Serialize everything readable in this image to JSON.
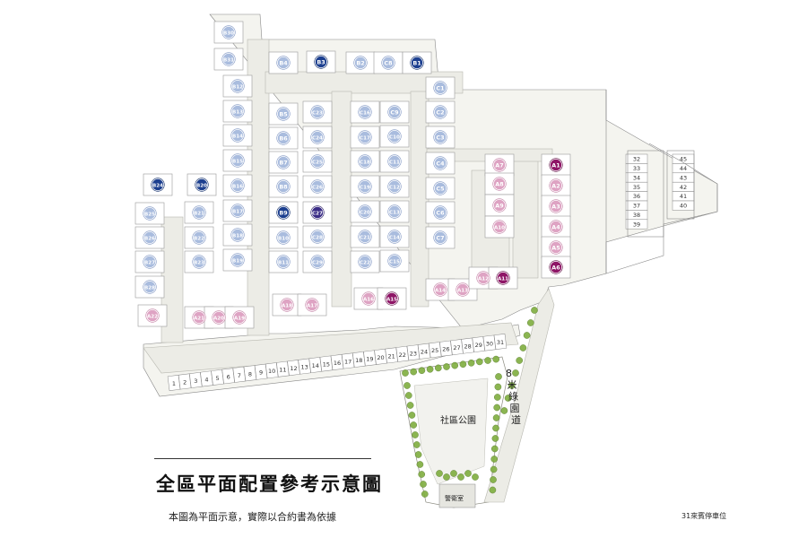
{
  "title": "全區平面配置參考示意圖",
  "subtitle": "本圖為平面示意，實際以合約書為依據",
  "parking_note": "31來賓停車位",
  "road_label": "8米綠園道",
  "park_label": "社區公園",
  "guard_label": "警衛室",
  "colors": {
    "blue_light": "#a9bcde",
    "blue_dark": "#1c3f8f",
    "purple_dark": "#3a2c86",
    "pink_light": "#dea3c3",
    "magenta_dark": "#8e1566",
    "road": "#ecece6",
    "unit_outline": "#9a9a9a",
    "tree": "#7fae3f"
  },
  "units": [
    {
      "label": "B30",
      "style": "bl"
    },
    {
      "label": "B31",
      "style": "bl"
    },
    {
      "label": "B4",
      "style": "bl"
    },
    {
      "label": "B3",
      "style": "bd"
    },
    {
      "label": "B2",
      "style": "bl"
    },
    {
      "label": "C8",
      "style": "bl"
    },
    {
      "label": "B1",
      "style": "bd"
    },
    {
      "label": "B12",
      "style": "bl"
    },
    {
      "label": "B13",
      "style": "bl"
    },
    {
      "label": "B14",
      "style": "bl"
    },
    {
      "label": "B15",
      "style": "bl"
    },
    {
      "label": "B16",
      "style": "bl"
    },
    {
      "label": "B17",
      "style": "bl"
    },
    {
      "label": "B18",
      "style": "bl"
    },
    {
      "label": "B19",
      "style": "bl"
    },
    {
      "label": "B5",
      "style": "bl"
    },
    {
      "label": "B6",
      "style": "bl"
    },
    {
      "label": "B7",
      "style": "bl"
    },
    {
      "label": "B8",
      "style": "bl"
    },
    {
      "label": "B9",
      "style": "bd"
    },
    {
      "label": "B10",
      "style": "bl"
    },
    {
      "label": "B11",
      "style": "bl"
    },
    {
      "label": "C23",
      "style": "bl"
    },
    {
      "label": "C24",
      "style": "bl"
    },
    {
      "label": "C25",
      "style": "bl"
    },
    {
      "label": "C26",
      "style": "bl"
    },
    {
      "label": "C27",
      "style": "pd"
    },
    {
      "label": "C28",
      "style": "bl"
    },
    {
      "label": "C29",
      "style": "bl"
    },
    {
      "label": "C16",
      "style": "bl"
    },
    {
      "label": "C17",
      "style": "bl"
    },
    {
      "label": "C18",
      "style": "bl"
    },
    {
      "label": "C19",
      "style": "bl"
    },
    {
      "label": "C20",
      "style": "bl"
    },
    {
      "label": "C21",
      "style": "bl"
    },
    {
      "label": "C22",
      "style": "bl"
    },
    {
      "label": "C9",
      "style": "bl"
    },
    {
      "label": "C10",
      "style": "bl"
    },
    {
      "label": "C11",
      "style": "bl"
    },
    {
      "label": "C12",
      "style": "bl"
    },
    {
      "label": "C13",
      "style": "bl"
    },
    {
      "label": "C14",
      "style": "bl"
    },
    {
      "label": "C15",
      "style": "bl"
    },
    {
      "label": "C1",
      "style": "bl"
    },
    {
      "label": "C2",
      "style": "bl"
    },
    {
      "label": "C3",
      "style": "bl"
    },
    {
      "label": "C4",
      "style": "bl"
    },
    {
      "label": "C5",
      "style": "bl"
    },
    {
      "label": "C6",
      "style": "bl"
    },
    {
      "label": "C7",
      "style": "bl"
    },
    {
      "label": "B24",
      "style": "bd"
    },
    {
      "label": "B25",
      "style": "bl"
    },
    {
      "label": "B26",
      "style": "bl"
    },
    {
      "label": "B27",
      "style": "bl"
    },
    {
      "label": "B28",
      "style": "bl"
    },
    {
      "label": "B20",
      "style": "bd"
    },
    {
      "label": "B21",
      "style": "bl"
    },
    {
      "label": "B22",
      "style": "bl"
    },
    {
      "label": "B23",
      "style": "bl"
    },
    {
      "label": "A22",
      "style": "pl"
    },
    {
      "label": "A21",
      "style": "pl"
    },
    {
      "label": "A20",
      "style": "pl"
    },
    {
      "label": "A19",
      "style": "pl"
    },
    {
      "label": "A18",
      "style": "pl"
    },
    {
      "label": "A17",
      "style": "pl"
    },
    {
      "label": "A16",
      "style": "pl"
    },
    {
      "label": "A15",
      "style": "md"
    },
    {
      "label": "A14",
      "style": "pl"
    },
    {
      "label": "A13",
      "style": "pl"
    },
    {
      "label": "A12",
      "style": "pl"
    },
    {
      "label": "A11",
      "style": "md"
    },
    {
      "label": "A7",
      "style": "pl"
    },
    {
      "label": "A8",
      "style": "pl"
    },
    {
      "label": "A9",
      "style": "pl"
    },
    {
      "label": "A10",
      "style": "pl"
    },
    {
      "label": "A1",
      "style": "md"
    },
    {
      "label": "A2",
      "style": "pl"
    },
    {
      "label": "A3",
      "style": "pl"
    },
    {
      "label": "A4",
      "style": "pl"
    },
    {
      "label": "A5",
      "style": "pl"
    },
    {
      "label": "A6",
      "style": "md"
    }
  ],
  "parking_bottom": [
    "1",
    "2",
    "3",
    "4",
    "5",
    "6",
    "7",
    "8",
    "9",
    "10",
    "11",
    "12",
    "13",
    "14",
    "15",
    "16",
    "17",
    "18",
    "19",
    "20",
    "21",
    "22",
    "23",
    "24",
    "25",
    "26",
    "27",
    "28",
    "29",
    "30",
    "31"
  ],
  "parking_right_a": [
    "32",
    "33",
    "34",
    "35",
    "36",
    "37",
    "38",
    "39"
  ],
  "parking_right_b": [
    "45",
    "44",
    "43",
    "42",
    "41",
    "40"
  ]
}
